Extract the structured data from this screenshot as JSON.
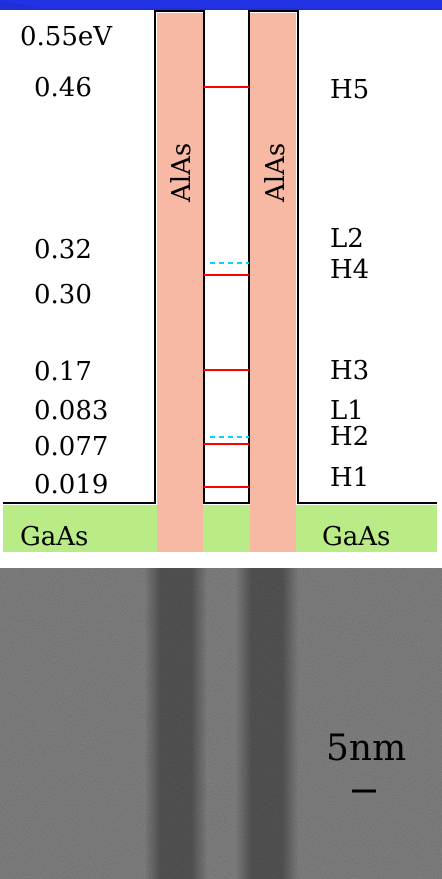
{
  "colors": {
    "header_bar": "#1f2fd8",
    "barrier_fill": "#f7b8a4",
    "substrate_fill": "#b9ec86",
    "hole_level": "#ff0000",
    "light_hole_level": "#00d8ff",
    "tem_background": "#8c8c8c",
    "tem_dark_band": "#5e5e5e"
  },
  "diagram": {
    "energy_labels": [
      "0.55eV",
      "0.46",
      "0.32",
      "0.30",
      "0.17",
      "0.083",
      "0.077",
      "0.019"
    ],
    "level_names": [
      "H5",
      "L2",
      "H4",
      "H3",
      "L1",
      "H2",
      "H1"
    ],
    "barrier_left_label": "AlAs",
    "barrier_right_label": "AlAs",
    "substrate_left_label": "GaAs",
    "substrate_right_label": "GaAs",
    "levels": [
      {
        "name": "H5",
        "energy_eV": 0.46,
        "style": "solid"
      },
      {
        "name": "L2",
        "energy_eV": 0.32,
        "style": "dashed"
      },
      {
        "name": "H4",
        "energy_eV": 0.3,
        "style": "solid"
      },
      {
        "name": "H3",
        "energy_eV": 0.17,
        "style": "solid"
      },
      {
        "name": "L1",
        "energy_eV": 0.083,
        "style": "dashed"
      },
      {
        "name": "H2",
        "energy_eV": 0.077,
        "style": "solid"
      },
      {
        "name": "H1",
        "energy_eV": 0.019,
        "style": "solid"
      }
    ]
  },
  "micrograph": {
    "scale_label": "5nm"
  }
}
